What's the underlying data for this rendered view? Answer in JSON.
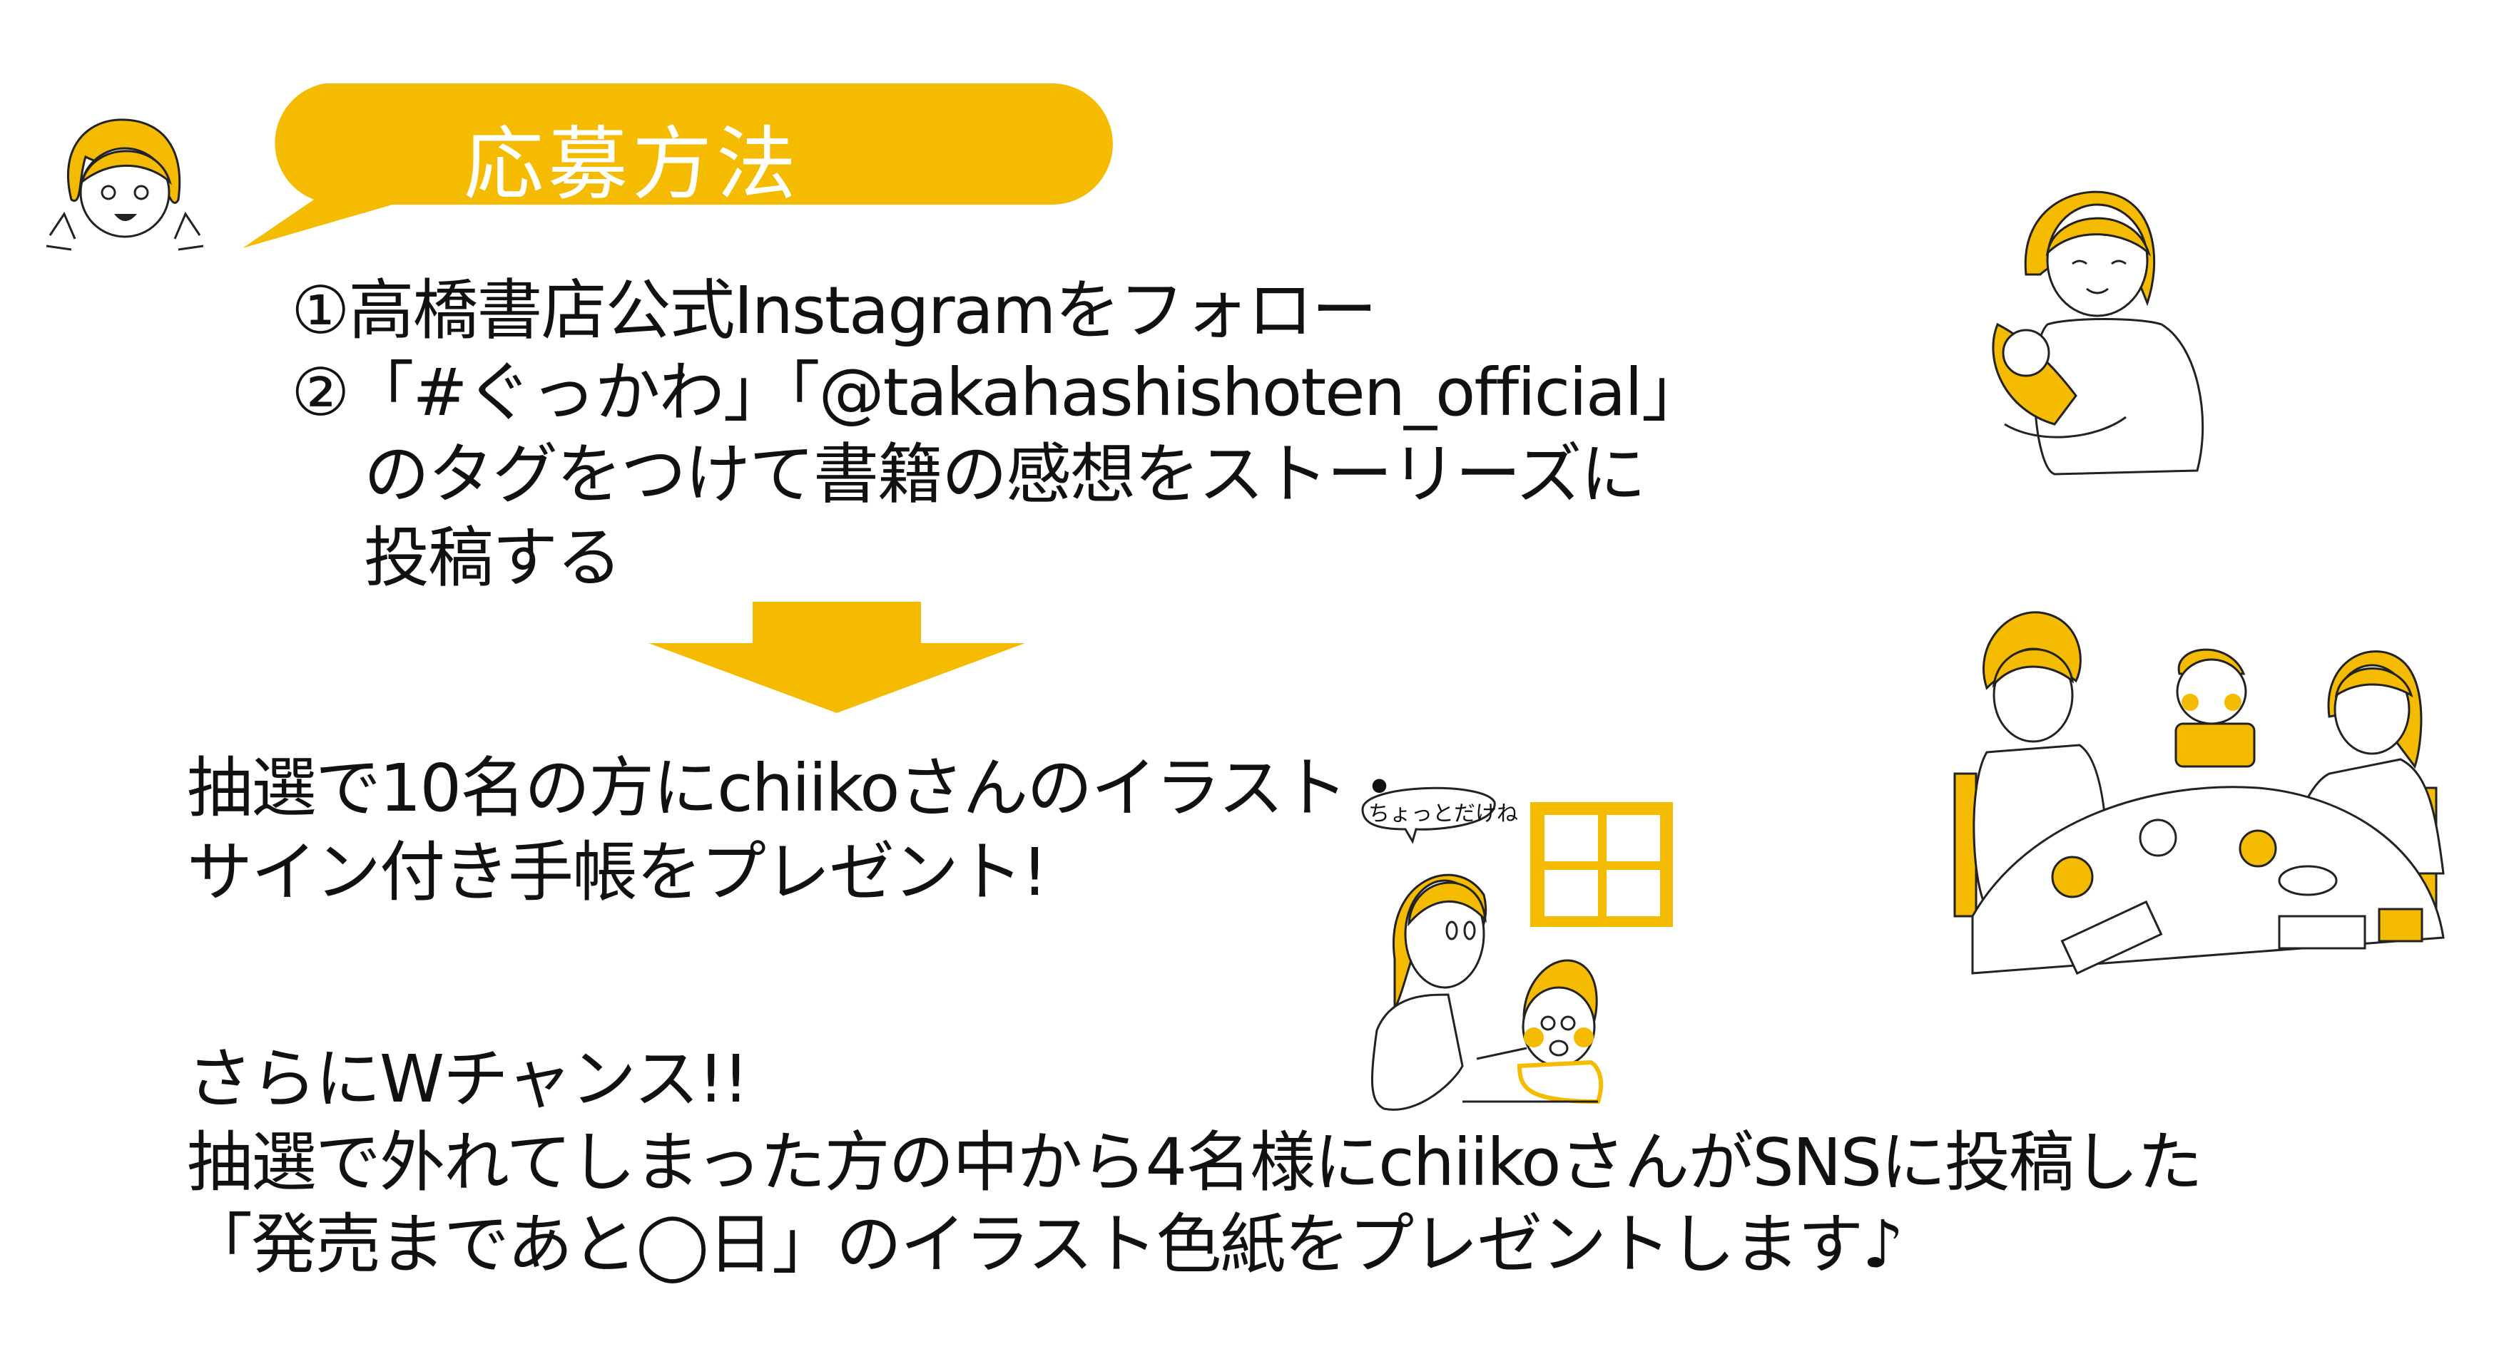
{
  "colors": {
    "accent": "#F5BB00",
    "text": "#111111",
    "background": "#FFFFFF"
  },
  "banner": {
    "title": "応募方法"
  },
  "steps": [
    "①高橋書店公式Instagramをフォロー",
    "②「#ぐっかわ」「@takahashishoten_official」",
    "のタグをつけて書籍の感想をストーリーズに",
    "投稿する"
  ],
  "prize": {
    "lines": [
      "抽選で10名の方にchiikoさんのイラスト・",
      "サイン付き手帳をプレゼント!"
    ]
  },
  "double_chance": {
    "lines": [
      "さらにWチャンス!!",
      "抽選で外れてしまった方の中から4名様にchiikoさんがSNSに投稿した",
      "「発売まであと◯日」のイラスト色紙をプレゼントします♪"
    ]
  },
  "illustration": {
    "speech_bubble": "ちょっとだけね"
  }
}
